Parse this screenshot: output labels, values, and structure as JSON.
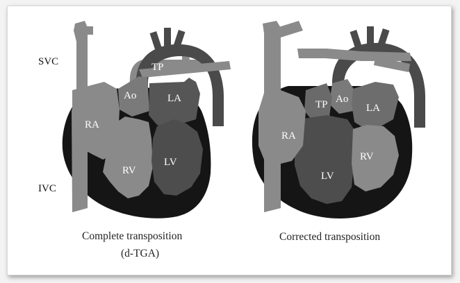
{
  "left": {
    "labels": {
      "svc": "SVC",
      "ivc": "IVC",
      "tp": "TP",
      "ao": "Ao",
      "la": "LA",
      "ra": "RA",
      "rv": "RV",
      "lv": "LV"
    },
    "caption_line1": "Complete transposition",
    "caption_line2": "(d-TGA)"
  },
  "right": {
    "labels": {
      "tp": "TP",
      "ao": "Ao",
      "la": "LA",
      "ra": "RA",
      "lv": "LV",
      "rv": "RV"
    },
    "caption": "Corrected transposition"
  },
  "colors": {
    "dark": "#151515",
    "light_gray": "#8a8a8a",
    "mid_gray": "#5d5d5d",
    "darker_gray": "#4a4a4a"
  }
}
